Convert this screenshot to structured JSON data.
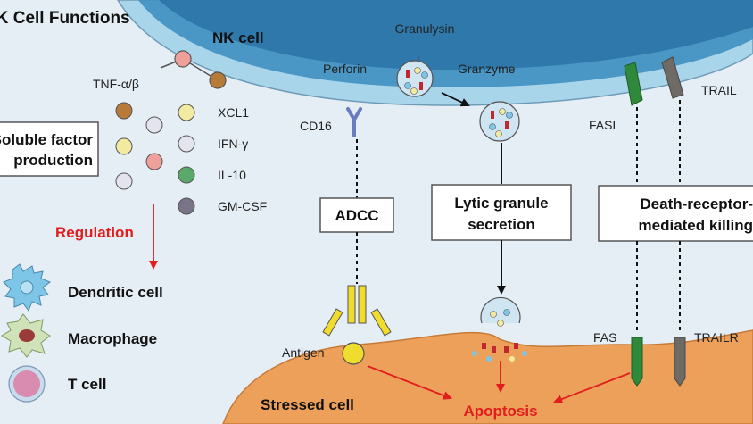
{
  "title": "NK Cell Functions",
  "nk_cell_label": "NK cell",
  "stressed_cell_label": "Stressed cell",
  "granule": {
    "granulysin": "Granulysin",
    "perforin": "Perforin",
    "granzyme": "Granzyme"
  },
  "receptors": {
    "tnf": "TNF-α/β",
    "cd16": "CD16",
    "fasl": "FASL",
    "trail": "TRAIL",
    "fas": "FAS",
    "trailr": "TRAILR",
    "antigen": "Antigen"
  },
  "soluble_factor_box": [
    "Soluble factor",
    "production"
  ],
  "cytokines": [
    {
      "label": "XCL1",
      "color": "#f2eaa0"
    },
    {
      "label": "IFN-γ",
      "color": "#e4e4ee"
    },
    {
      "label": "IL-10",
      "color": "#5aa86a"
    },
    {
      "label": "GM-CSF",
      "color": "#7a7488"
    }
  ],
  "regulation_label": "Regulation",
  "regulated_cells": [
    "Dendritic cell",
    "Macrophage",
    "T cell"
  ],
  "mechanisms": {
    "adcc": "ADCC",
    "lytic": [
      "Lytic granule",
      "secretion"
    ],
    "death": [
      "Death-receptor-",
      "mediated killing"
    ]
  },
  "apoptosis_label": "Apoptosis",
  "colors": {
    "nk_cell": "#a8d4ea",
    "stressed_cell": "#eda05a",
    "arrow_red": "#e11d1d",
    "tnf_pink": "#f0a09a",
    "tnf_brown": "#b87a38"
  }
}
